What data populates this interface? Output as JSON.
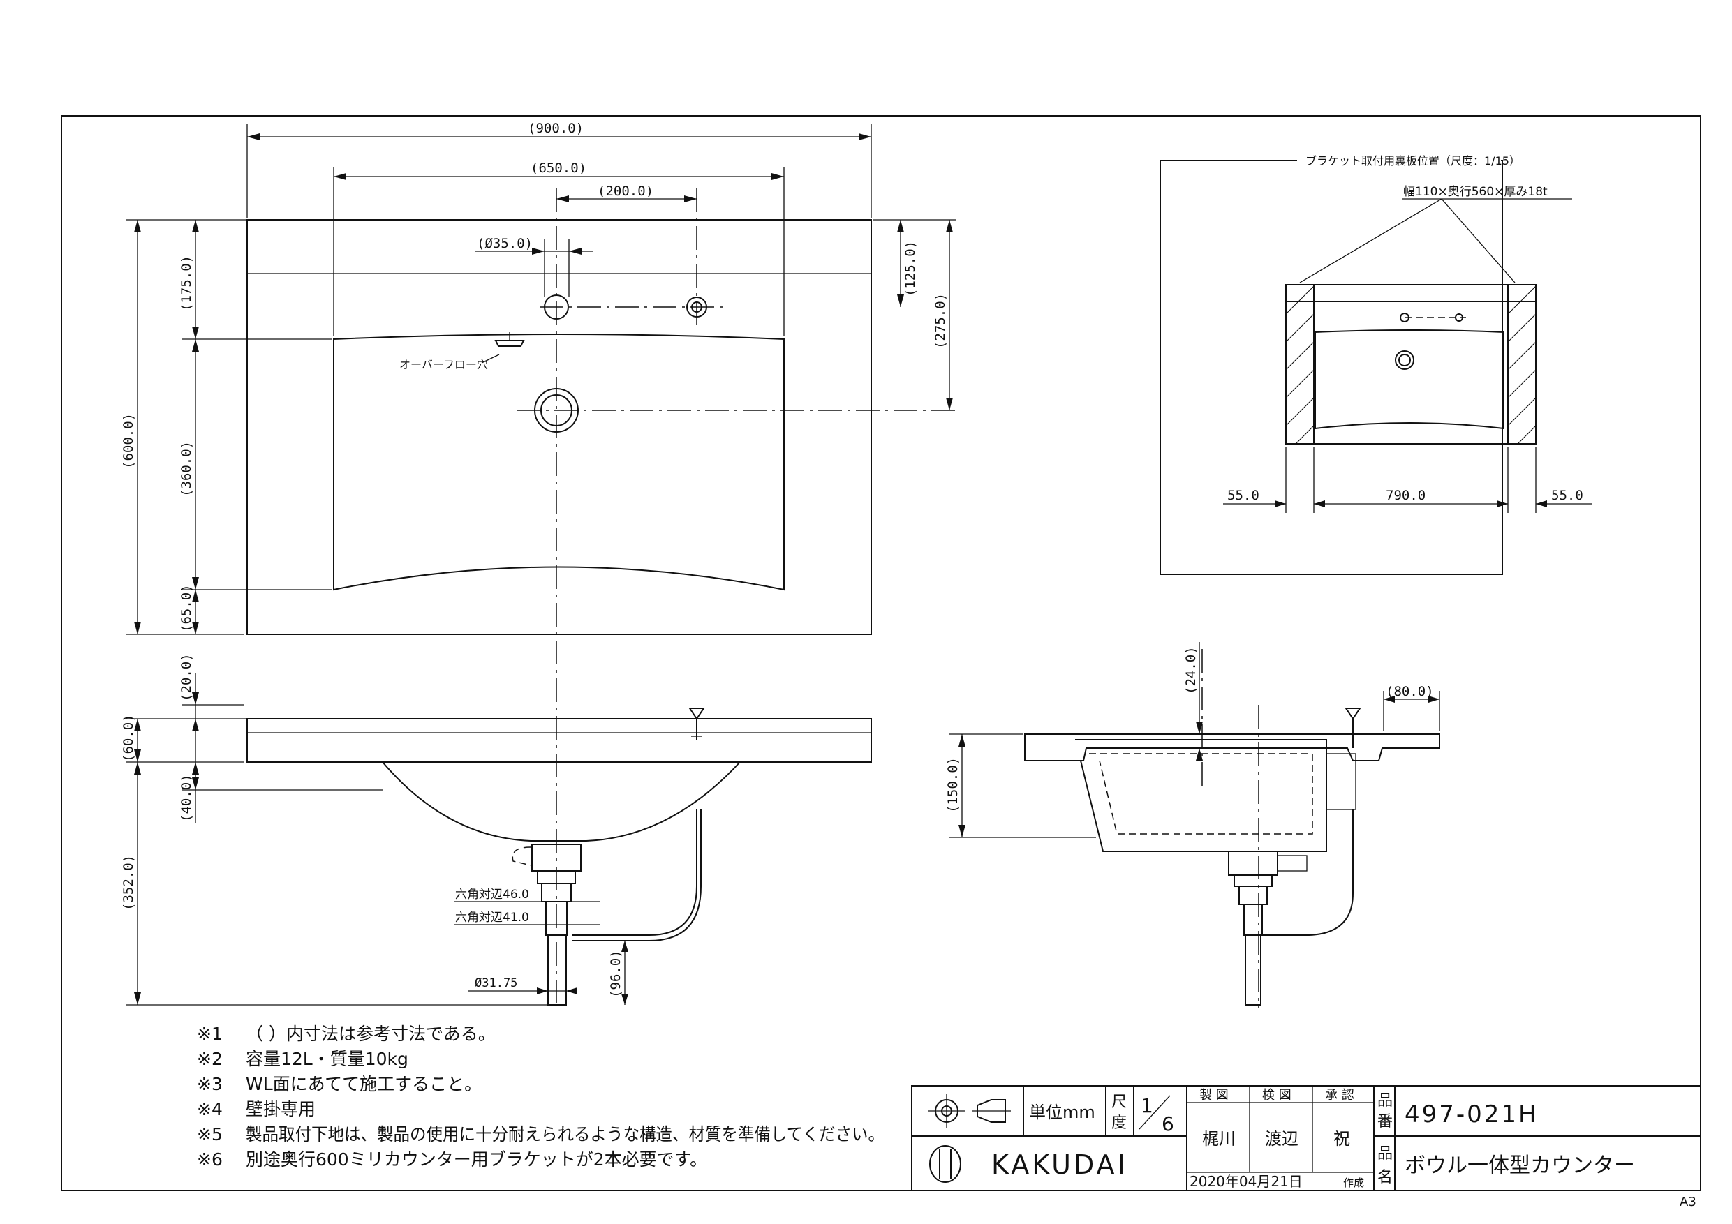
{
  "plan_view": {
    "width_overall": "(900.0)",
    "bowl_width": "(650.0)",
    "faucet_offset": "(200.0)",
    "faucet_hole": "(Ø35.0)",
    "depth_front": "(175.0)",
    "depth_total": "(600.0)",
    "bowl_depth": "(360.0)",
    "depth_rear": "(65.0)",
    "faucet_from_back": "(125.0)",
    "drain_from_back": "(275.0)",
    "overflow_label": "オーバーフロー穴"
  },
  "front_view": {
    "top_gap": "(20.0)",
    "counter_thickness": "(60.0)",
    "under_gap": "(40.0)",
    "overall_height": "(352.0)",
    "hex_46": "六角対辺46.0",
    "hex_41": "六角対辺41.0",
    "pipe_dia": "Ø31.75",
    "trap_height": "(96.0)"
  },
  "side_view": {
    "rim_height": "(24.0)",
    "back_width": "(80.0)",
    "height": "(150.0)"
  },
  "inset": {
    "title": "ブラケット取付用裏板位置（尺度：1/15）",
    "board_spec": "幅110×奥行560×厚み18t",
    "left_dim": "55.0",
    "center_dim": "790.0",
    "right_dim": "55.0"
  },
  "notes": [
    {
      "mark": "※1",
      "text": "（ ）内寸法は参考寸法である。"
    },
    {
      "mark": "※2",
      "text": "容量12L・質量10kg"
    },
    {
      "mark": "※3",
      "text": "WL面にあてて施工すること。"
    },
    {
      "mark": "※4",
      "text": "壁掛専用"
    },
    {
      "mark": "※5",
      "text": "製品取付下地は、製品の使用に十分耐えられるような構造、材質を準備してください。"
    },
    {
      "mark": "※6",
      "text": "別途奥行600ミリカウンター用ブラケットが2本必要です。"
    }
  ],
  "title_block": {
    "unit_label": "単位mm",
    "scale_label_1": "尺",
    "scale_label_2": "度",
    "scale_num": "1",
    "scale_den": "6",
    "h_drawn": "製 図",
    "h_checked": "検 図",
    "h_approved": "承 認",
    "drawn_by": "梶川",
    "checked_by": "渡辺",
    "approved_by": "祝",
    "date": "2020年04月21日",
    "date_suffix": "作成",
    "pn_label_1": "品",
    "pn_label_2": "番",
    "part_number": "497-021H",
    "name_label_1": "品",
    "name_label_2": "名",
    "product_name": "ボウル一体型カウンター",
    "brand": "KAKUDAI"
  },
  "sheet_size": "A3"
}
